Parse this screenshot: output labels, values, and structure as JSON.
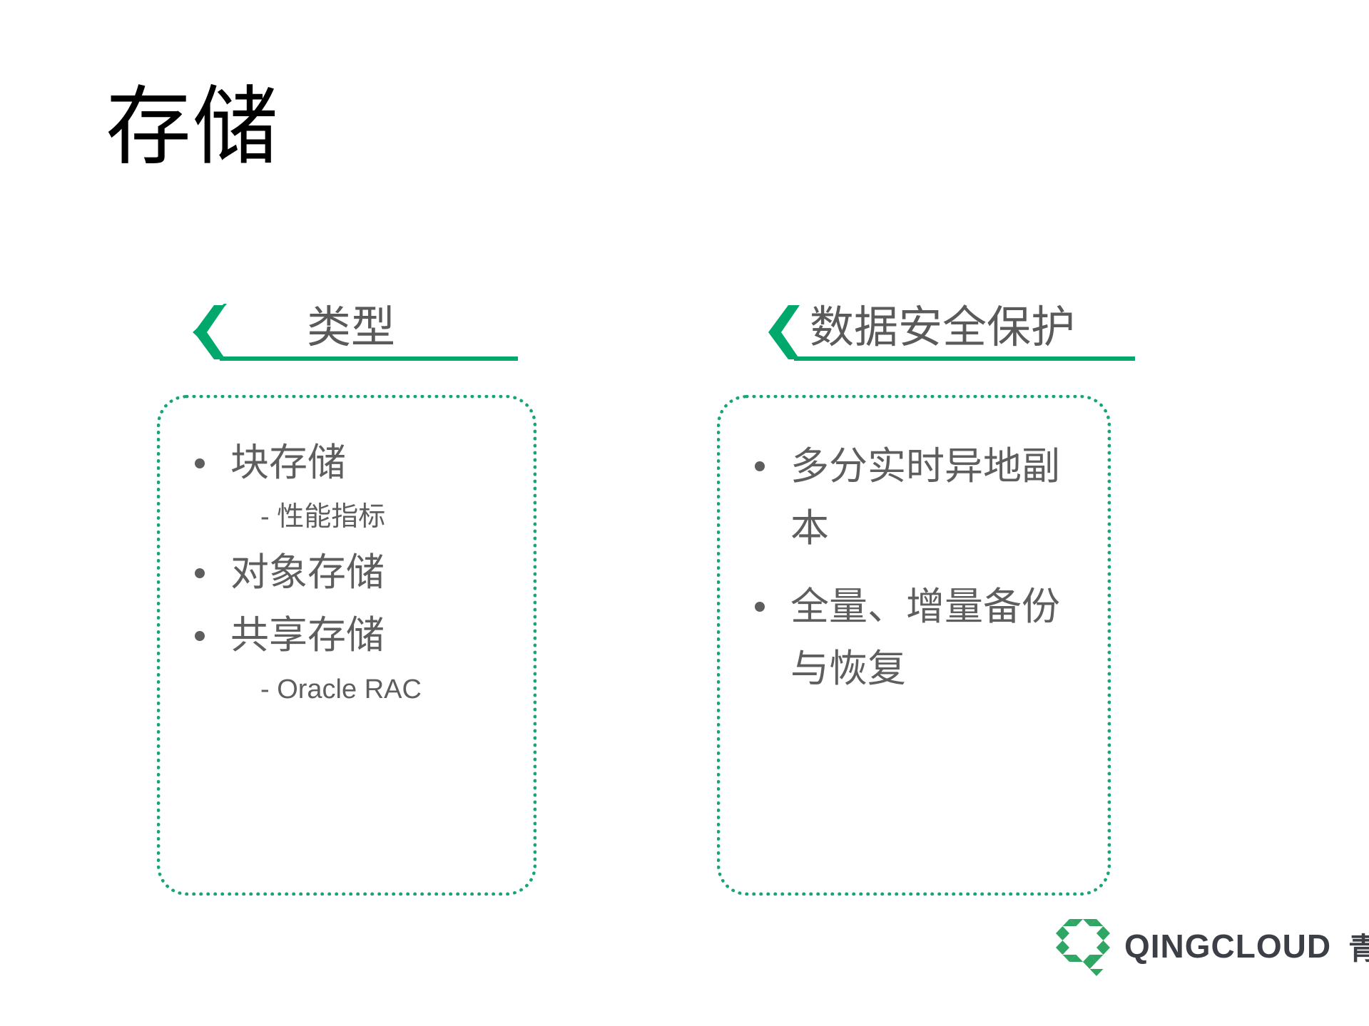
{
  "slide": {
    "title": "存储",
    "accent_color": "#00a86b",
    "box_border_color": "#17a673",
    "text_color": "#5e5e5e",
    "title_color": "#000000"
  },
  "columns": [
    {
      "key": "types",
      "header": "类型",
      "chevron_icon": "chevron-left-icon",
      "items": [
        {
          "label": "块存储",
          "sub": "- 性能指标"
        },
        {
          "label": "对象存储",
          "sub": ""
        },
        {
          "label": "共享存储",
          "sub": "- Oracle RAC"
        }
      ]
    },
    {
      "key": "data-security",
      "header": "数据安全保护",
      "chevron_icon": "chevron-left-icon",
      "items": [
        {
          "label": "多分实时异地副本",
          "sub": ""
        },
        {
          "label": "全量、增量备份与恢复",
          "sub": ""
        }
      ]
    }
  ],
  "logo": {
    "mark_icon": "qingcloud-hexagon-logo",
    "text": "QINGCLOUD",
    "text_cn": "青云",
    "mark_color": "#2fa664",
    "text_color": "#3c3f46"
  }
}
